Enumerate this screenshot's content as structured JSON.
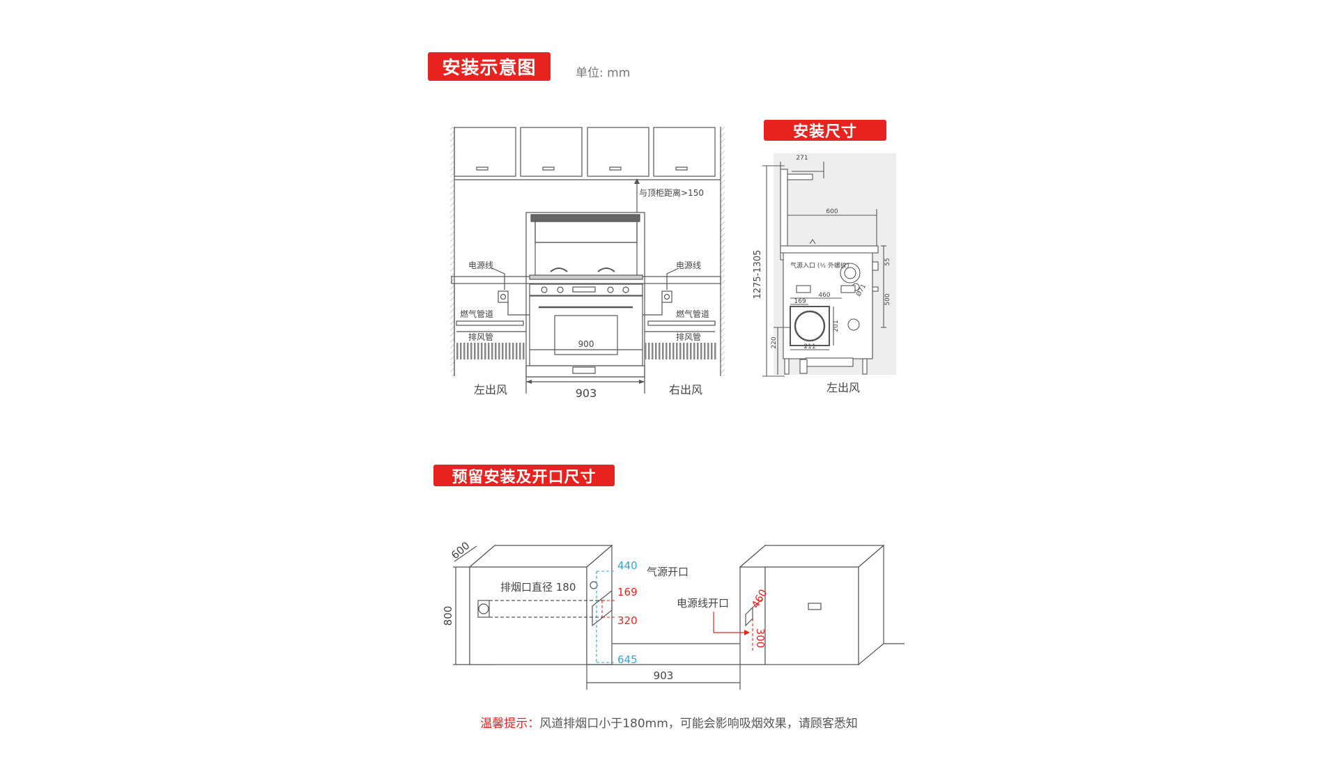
{
  "header": {
    "title": "安装示意图",
    "unit": "单位: mm"
  },
  "install_size": {
    "title": "安装尺寸"
  },
  "reserve": {
    "title": "预留安装及开口尺寸"
  },
  "front_view": {
    "top_clearance": "与顶柜距离>150",
    "power_left": "电源线",
    "power_right": "电源线",
    "gas_left": "燃气管道",
    "gas_right": "燃气管道",
    "exhaust_left": "排风管",
    "exhaust_right": "排风管",
    "inner_width": "900",
    "width": "903",
    "left_outlet": "左出风",
    "right_outlet": "右出风"
  },
  "side_view": {
    "dim_271": "271",
    "dim_600": "600",
    "height_range": "1275-1305",
    "gas_inlet": "气源入口 (½ 外螺纹)",
    "dim_55": "55",
    "dim_500": "500",
    "dim_460": "460",
    "dim_169": "169",
    "dim_201": "201",
    "dim_211": "211",
    "dim_220": "220",
    "dim_phi": "Ø71",
    "left_outlet": "左出风"
  },
  "cabinet": {
    "depth": "600",
    "height": "800",
    "flue_diameter": "排烟口直径 180",
    "dim_440": "440",
    "gas_opening": "气源开口",
    "dim_169": "169",
    "dim_320": "320",
    "dim_645": "645",
    "power_opening": "电源线开口",
    "dim_460": "460",
    "dim_300": "300",
    "width": "903"
  },
  "tip": {
    "lead": "温馨提示：",
    "text": "风道排烟口小于180mm，可能会影响吸烟效果，请顾客悉知"
  },
  "colors": {
    "accent": "#e8231f",
    "cyan": "#2aa7d6",
    "line": "#555555"
  }
}
